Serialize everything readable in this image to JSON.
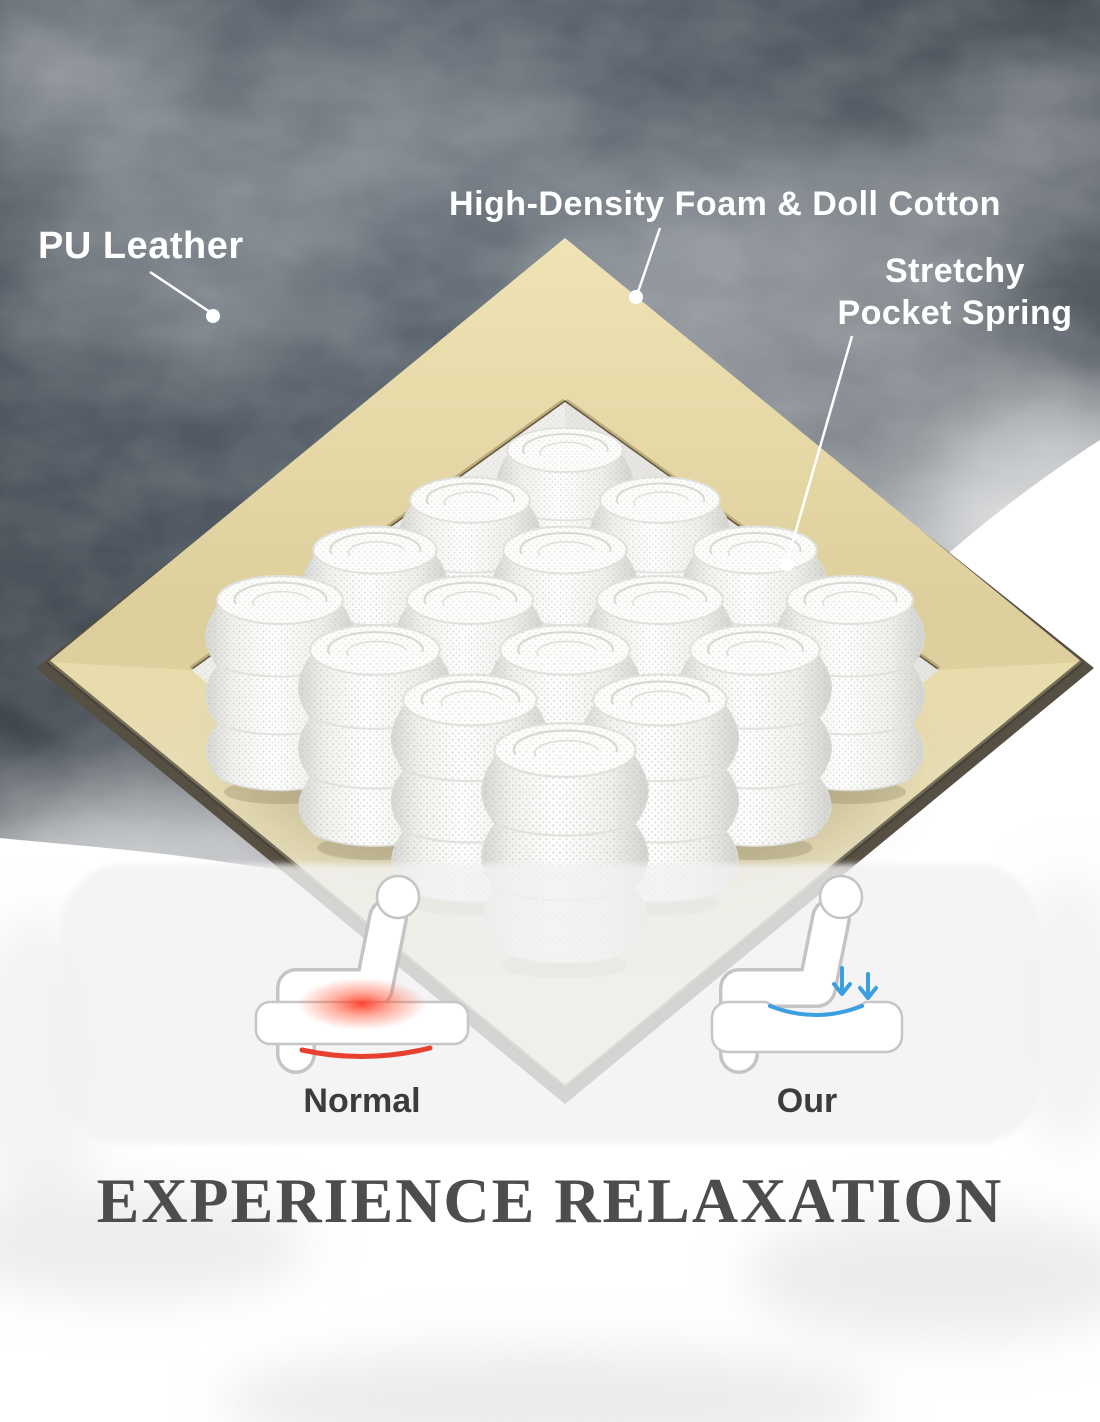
{
  "product": {
    "callouts": {
      "pu_leather": "PU Leather",
      "foam": "High-Density Foam & Doll Cotton",
      "spring_line1": "Stretchy",
      "spring_line2": "Pocket Spring"
    }
  },
  "comparison": {
    "normal_label": "Normal",
    "our_label": "Our"
  },
  "title": "EXPERIENCE RELAXATION",
  "colors": {
    "label_text": "#ffffff",
    "leather": "#39424a",
    "foam": "#e3d6a6",
    "spring_fabric": "#ffffff",
    "pressure_red": "#e8402e",
    "comfort_blue": "#3b9fe0",
    "compare_text": "#3c3c3c",
    "title_text": "#4d4d4d",
    "panel_bg": "#f2f2f2"
  }
}
